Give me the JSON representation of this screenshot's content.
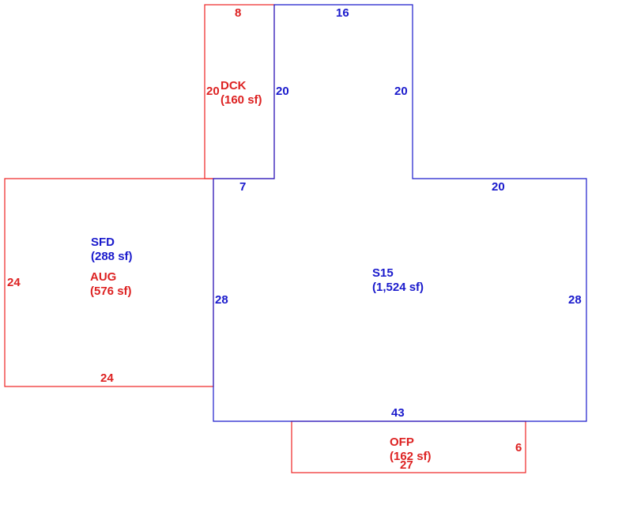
{
  "colors": {
    "red": "#ee2222",
    "blue": "#1a1acc"
  },
  "areas": {
    "dck": {
      "code": "DCK",
      "area": "(160 sf)"
    },
    "sfd": {
      "code": "SFD",
      "area": "(288 sf)"
    },
    "aug": {
      "code": "AUG",
      "area": "(576 sf)"
    },
    "s15": {
      "code": "S15",
      "area": "(1,524 sf)"
    },
    "ofp": {
      "code": "OFP",
      "area": "(162 sf)"
    }
  },
  "dimensions": {
    "dck_top": "8",
    "dck_left": "20",
    "main_upper_top": "16",
    "main_upper_left": "20",
    "main_upper_right": "20",
    "main_notch_top": "7",
    "main_right_top": "20",
    "aug_left": "24",
    "aug_bottom": "24",
    "main_left": "28",
    "main_right": "28",
    "main_bottom": "43",
    "ofp_right": "6",
    "ofp_bottom": "27"
  }
}
